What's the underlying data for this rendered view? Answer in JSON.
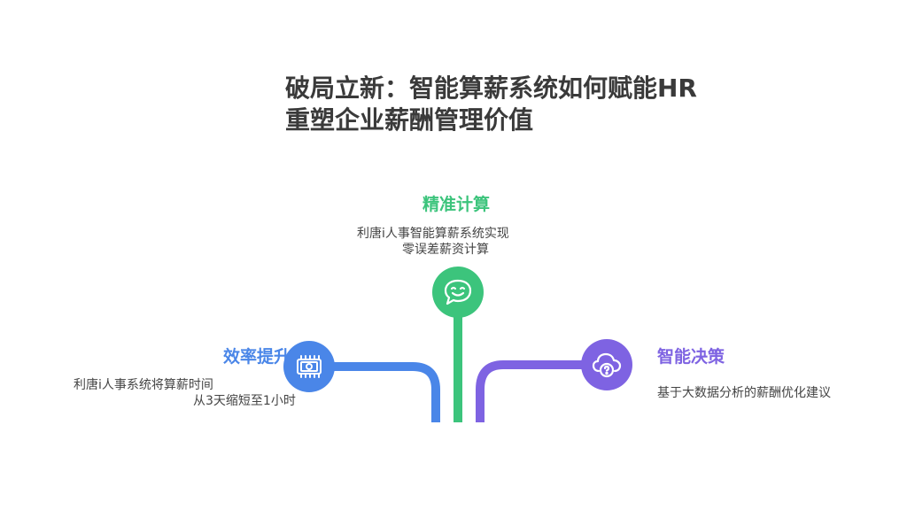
{
  "title": {
    "line1": "破局立新：智能算薪系统如何赋能HR",
    "line2": "重塑企业薪酬管理价值"
  },
  "colors": {
    "title": "#3a3a3a",
    "blue": "#4a86e8",
    "green": "#3cc47c",
    "purple": "#7e63e2",
    "desc": "#444444"
  },
  "branches": [
    {
      "heading": "效率提升",
      "desc_lines": [
        "利唐i人事系统将算薪时间",
        "从3天缩短至1小时"
      ],
      "icon": "chip-icon",
      "color": "#4a86e8"
    },
    {
      "heading": "精准计算",
      "desc_lines": [
        "利唐i人事智能算薪系统实现",
        "零误差薪资计算"
      ],
      "icon": "chat-smile-icon",
      "color": "#3cc47c"
    },
    {
      "heading": "智能决策",
      "desc_lines": [
        "基于大数据分析的薪酬优化建议"
      ],
      "icon": "cloud-question-icon",
      "color": "#7e63e2"
    }
  ]
}
